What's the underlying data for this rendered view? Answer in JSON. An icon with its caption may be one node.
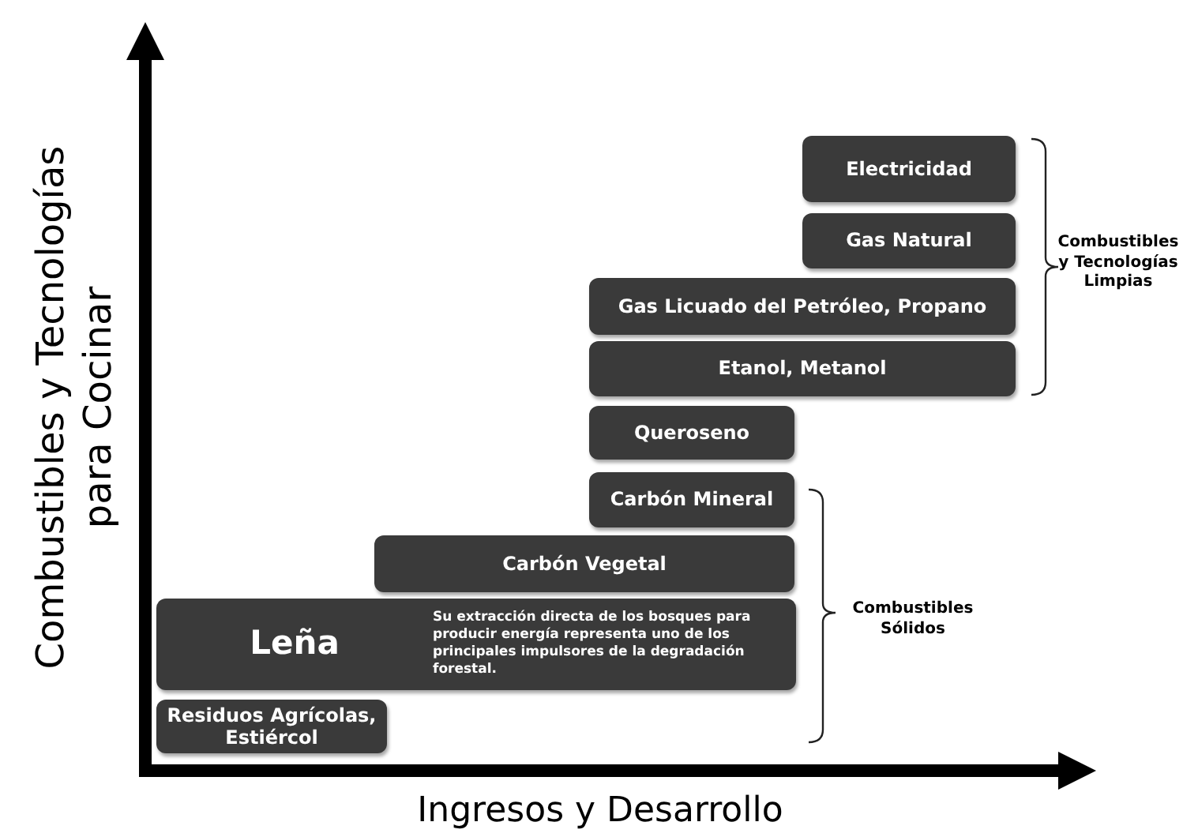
{
  "diagram": {
    "nodes": [
      {
        "text": [
          "Electricidad"
        ]
      },
      {
        "text": [
          "Gas Natural"
        ]
      },
      {
        "text": [
          "Gas Licuado del Petróleo, Propano"
        ]
      },
      {
        "text": [
          "Etanol, Metanol"
        ]
      },
      {
        "text": [
          "Queroseno"
        ]
      },
      {
        "text": [
          "Carbón Mineral"
        ]
      },
      {
        "text": [
          "Carbón Vegetal"
        ]
      },
      {
        "text": [
          "Leña",
          "Su extracción directa de los bosques para producir energía representa uno de los principales impulsores de la degradación forestal."
        ]
      },
      {
        "text": [
          "Residuos Agrícolas, Estiércol"
        ]
      }
    ],
    "labels": [
      "Combustibles y Tecnologías para Cocinar",
      "Combustibles y Tecnologías Limpias",
      "Combustibles Sólidos",
      "Ingresos y Desarrollo"
    ]
  }
}
